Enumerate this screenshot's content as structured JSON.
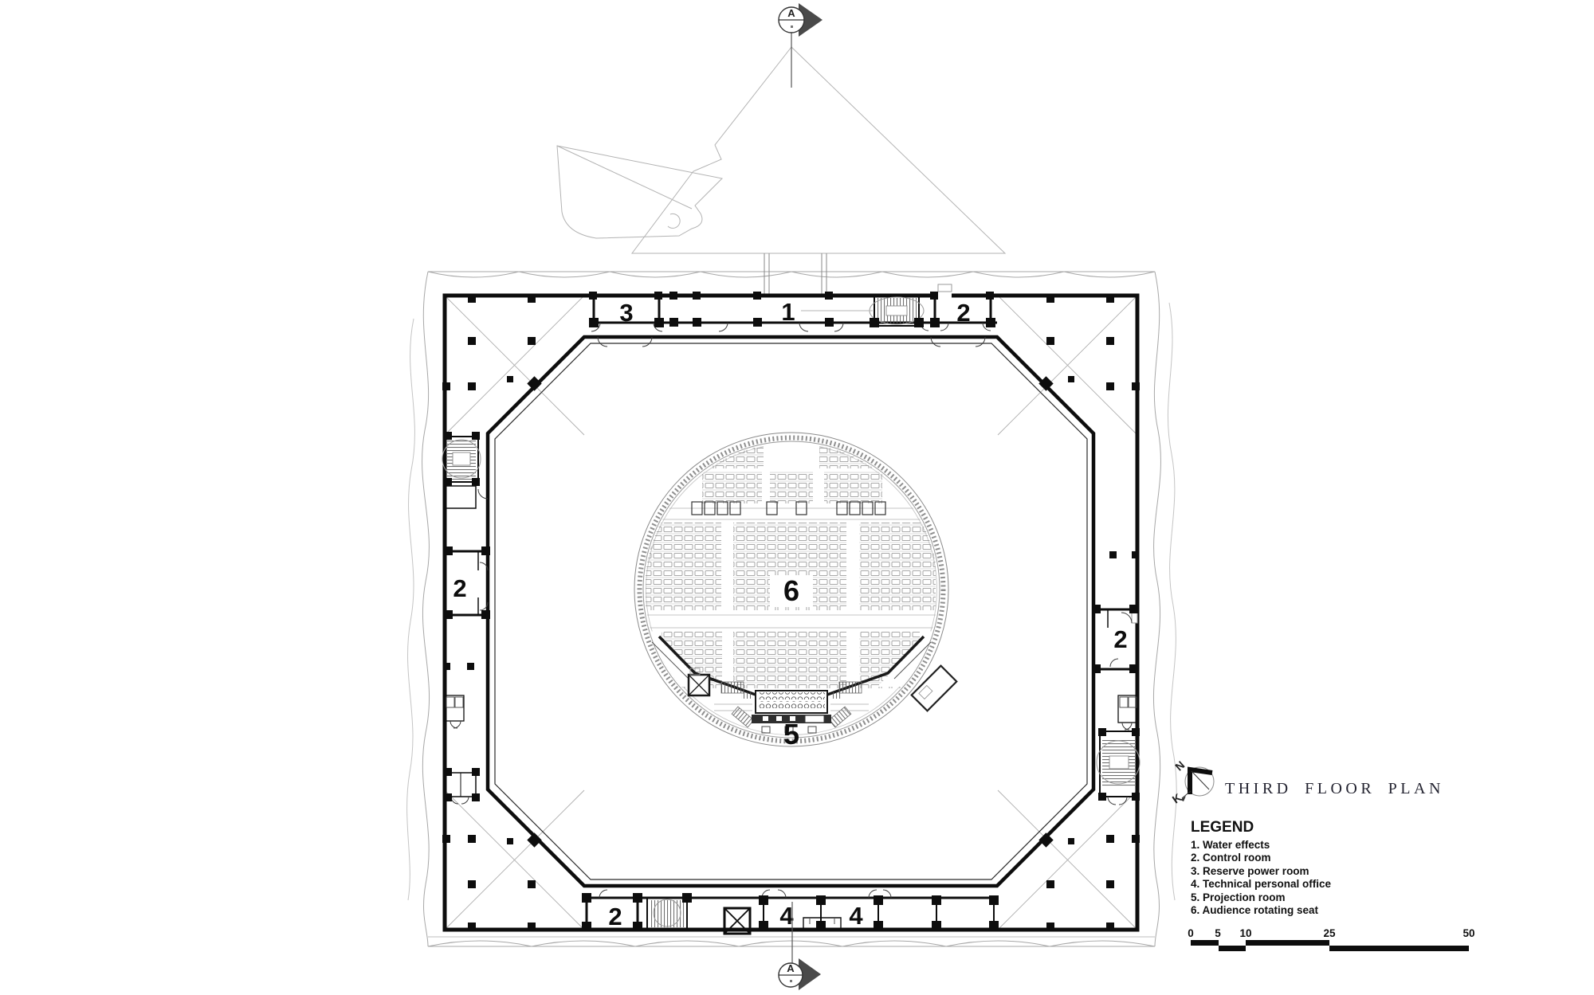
{
  "drawing": {
    "title": "THIRD FLOOR PLAN",
    "section_marker_top": "A",
    "section_marker_bottom": "A",
    "compass": {
      "north": "N",
      "k": "K"
    }
  },
  "plan_labels": {
    "room_top_left": "3",
    "room_top_center": "1",
    "room_top_right": "2",
    "room_left": "2",
    "room_right": "2",
    "room_bottom_left": "2",
    "room_bottom_a": "4",
    "room_bottom_b": "4",
    "auditorium": "6",
    "stage": "5"
  },
  "legend": {
    "heading": "LEGEND",
    "items": [
      "1. Water effects",
      "2. Control room",
      "3. Reserve power room",
      "4. Technical personal office",
      "5. Projection room",
      "6. Audience rotating seat"
    ]
  },
  "scale_bar": {
    "labels": [
      "0",
      "5",
      "10",
      "25",
      "50"
    ]
  },
  "colors": {
    "ink": "#0d0d0d",
    "line_gray": "#9a9a9a",
    "marker_fill": "#4a4a4a"
  }
}
